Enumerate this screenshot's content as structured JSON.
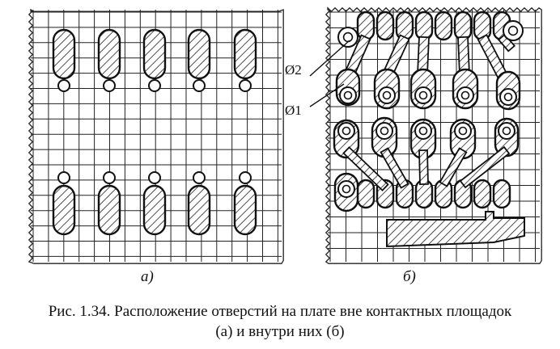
{
  "diagram": {
    "panel_a_label": "а)",
    "panel_b_label": "б)",
    "dim_large": "Ø2",
    "dim_small": "Ø1"
  },
  "caption": {
    "line1": "Рис. 1.34. Расположение отверстий на плате вне контактных площадок",
    "line2": "(а) и внутри них (б)"
  }
}
